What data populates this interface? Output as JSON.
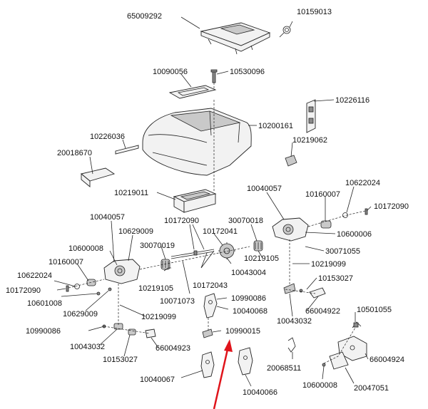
{
  "labels": {
    "p65009292": "65009292",
    "p10159013": "10159013",
    "p10090056": "10090056",
    "p10530096": "10530096",
    "p10226116": "10226116",
    "p10226036": "10226036",
    "p10200161": "10200161",
    "p10219062": "10219062",
    "p20018670": "20018670",
    "p10219011": "10219011",
    "p10040057_r": "10040057",
    "p10160007_r": "10160007",
    "p10622024_r": "10622024",
    "p10172090_r": "10172090",
    "p10040057_l": "10040057",
    "p10172090_m": "10172090",
    "p30070018": "30070018",
    "p10629009_t": "10629009",
    "p10172041": "10172041",
    "p10600006": "10600006",
    "p10600008_l": "10600008",
    "p30070019": "30070019",
    "p30071055": "30071055",
    "p10160007_l": "10160007",
    "p10219105_r": "10219105",
    "p10043004": "10043004",
    "p10219099_r": "10219099",
    "p10622024_l": "10622024",
    "p10153027_r": "10153027",
    "p10172090_l": "10172090",
    "p10219105_l": "10219105",
    "p10172043": "10172043",
    "p10601008": "10601008",
    "p10071073": "10071073",
    "p10990086_r": "10990086",
    "p10629009_b": "10629009",
    "p10040068": "10040068",
    "p66004922": "66004922",
    "p10501055": "10501055",
    "p10219099_l": "10219099",
    "p10043032_r": "10043032",
    "p10990086_l": "10990086",
    "p10990015": "10990015",
    "p10043032_l": "10043032",
    "p66004923": "66004923",
    "p66004924": "66004924",
    "p10153027_l": "10153027",
    "p20068511": "20068511",
    "p10040067": "10040067",
    "p10600008_r": "10600008",
    "p20047051": "20047051",
    "p10040066": "10040066"
  },
  "colors": {
    "line": "#222222",
    "arrow": "#e0141b",
    "part_fill": "#f2f2f2"
  }
}
